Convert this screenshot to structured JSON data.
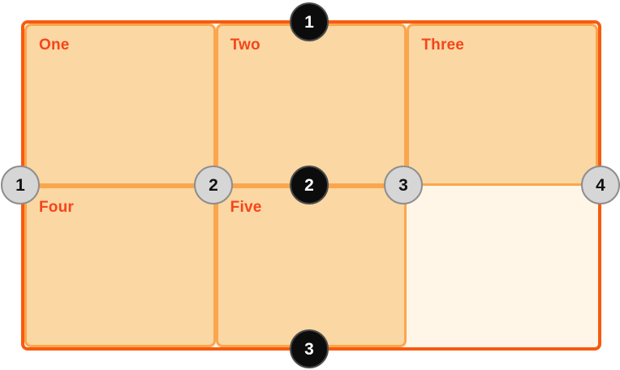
{
  "grid": {
    "cells": [
      {
        "label": "One"
      },
      {
        "label": "Two"
      },
      {
        "label": "Three"
      },
      {
        "label": "Four"
      },
      {
        "label": "Five"
      }
    ]
  },
  "row_line_markers": [
    "1",
    "2",
    "3"
  ],
  "column_line_markers": [
    "1",
    "2",
    "3",
    "4"
  ],
  "colors": {
    "container_border": "#f75b10",
    "container_background": "#fff6e8",
    "cell_border": "#faa64e",
    "cell_background": "#fbd7a3",
    "cell_label": "#f5451b",
    "row_marker_fill": "#0c0c0c",
    "row_marker_text": "#ffffff",
    "column_marker_fill": "#d6d6d6",
    "column_marker_border": "#8e8e8e",
    "column_marker_text": "#111111"
  }
}
